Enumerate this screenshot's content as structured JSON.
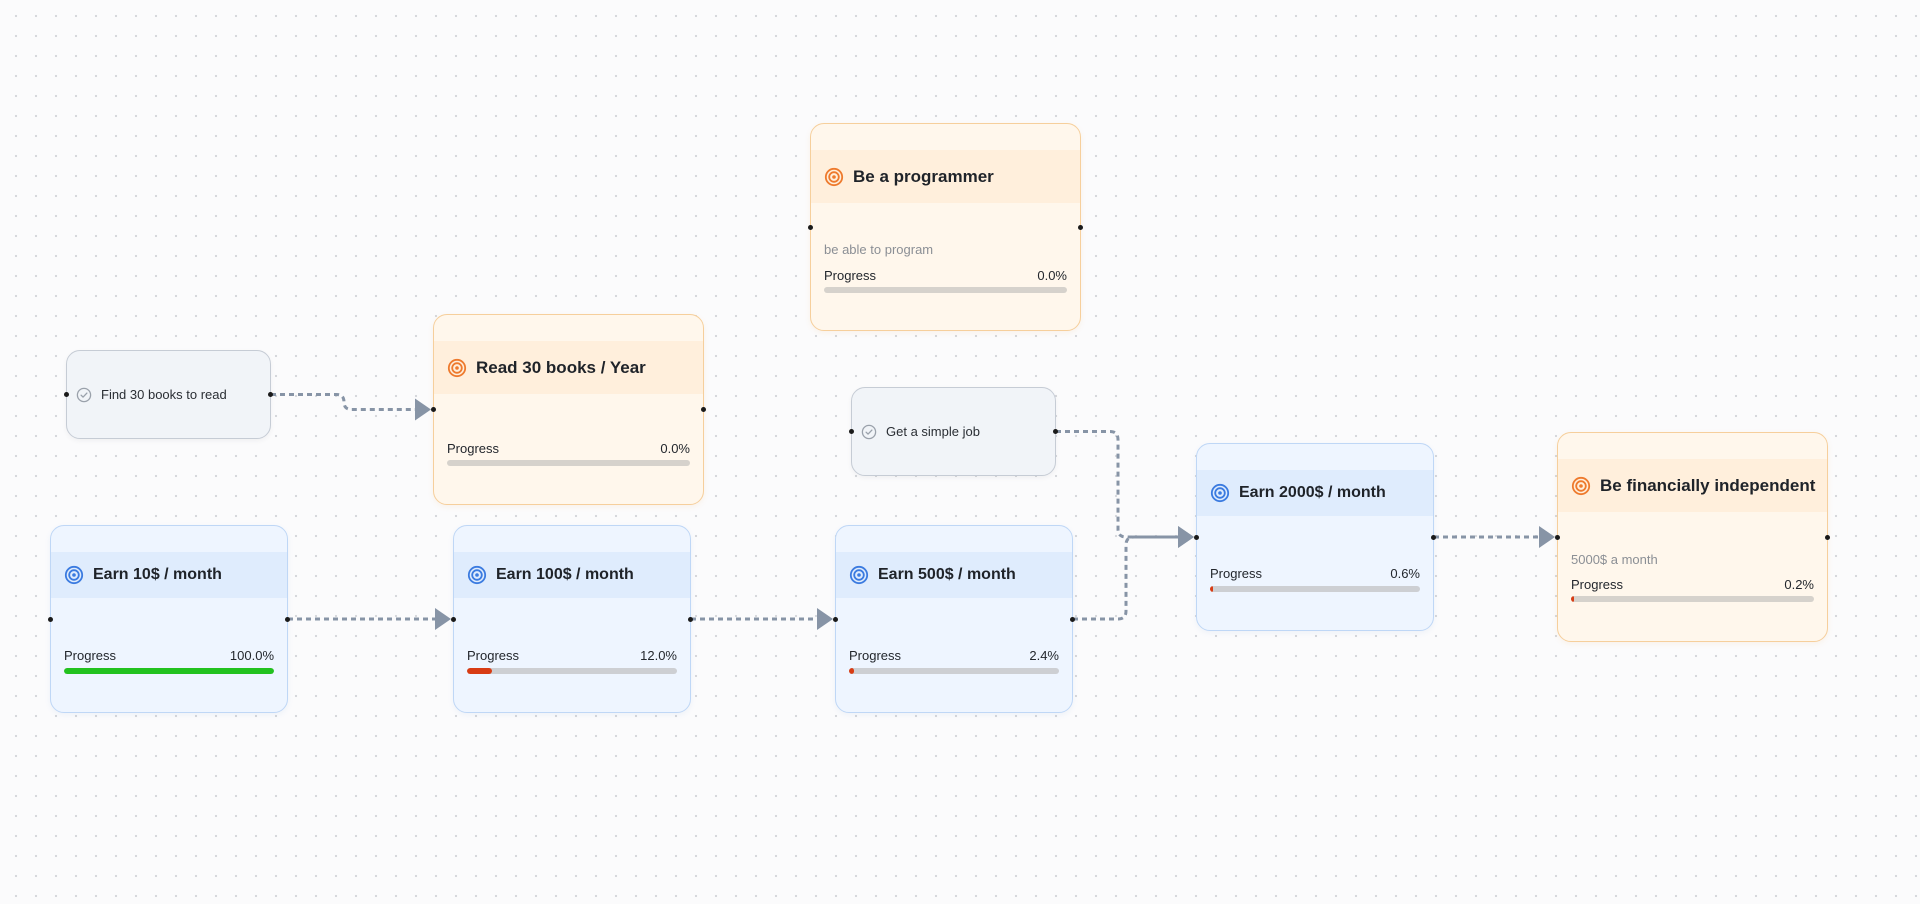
{
  "canvas": {
    "goals": [
      {
        "id": "be-a-programmer",
        "title": "Be a programmer",
        "description": "be able to program",
        "progress_label": "Progress",
        "progress_value": "0.0%",
        "progress": 0.0,
        "icon": "target-icon"
      },
      {
        "id": "read-30-books",
        "title": "Read 30 books / Year",
        "progress_label": "Progress",
        "progress_value": "0.0%",
        "progress": 0.0,
        "icon": "target-icon"
      },
      {
        "id": "be-financially-independent",
        "title": "Be financially independent",
        "description": "5000$ a month",
        "progress_label": "Progress",
        "progress_value": "0.2%",
        "progress": 0.2,
        "icon": "target-icon"
      }
    ],
    "milestones": [
      {
        "id": "earn-10",
        "title": "Earn 10$ / month",
        "progress_label": "Progress",
        "progress_value": "100.0%",
        "progress": 100.0,
        "icon": "target-icon"
      },
      {
        "id": "earn-100",
        "title": "Earn 100$ / month",
        "progress_label": "Progress",
        "progress_value": "12.0%",
        "progress": 12.0,
        "icon": "target-icon"
      },
      {
        "id": "earn-500",
        "title": "Earn 500$ / month",
        "progress_label": "Progress",
        "progress_value": "2.4%",
        "progress": 2.4,
        "icon": "target-icon"
      },
      {
        "id": "earn-2000",
        "title": "Earn 2000$ / month",
        "progress_label": "Progress",
        "progress_value": "0.6%",
        "progress": 0.6,
        "icon": "target-icon"
      }
    ],
    "tasks": [
      {
        "id": "find-30-books",
        "title": "Find 30 books to read",
        "icon": "check-circle-icon"
      },
      {
        "id": "get-simple-job",
        "title": "Get a simple job",
        "icon": "check-circle-icon"
      }
    ],
    "edges": [
      {
        "from": "find-30-books",
        "to": "read-30-books"
      },
      {
        "from": "earn-10",
        "to": "earn-100"
      },
      {
        "from": "earn-100",
        "to": "earn-500"
      },
      {
        "from": "earn-500",
        "to": "earn-2000"
      },
      {
        "from": "get-simple-job",
        "to": "earn-2000"
      },
      {
        "from": "earn-2000",
        "to": "be-financially-independent"
      }
    ]
  },
  "colors": {
    "goal_accent": "#ee7a2d",
    "milestone_accent": "#3b7be0",
    "progress_complete": "#22c21f",
    "progress_partial": "#d83c14",
    "edge": "#8794a6",
    "task_check": "#9aa1ab"
  }
}
